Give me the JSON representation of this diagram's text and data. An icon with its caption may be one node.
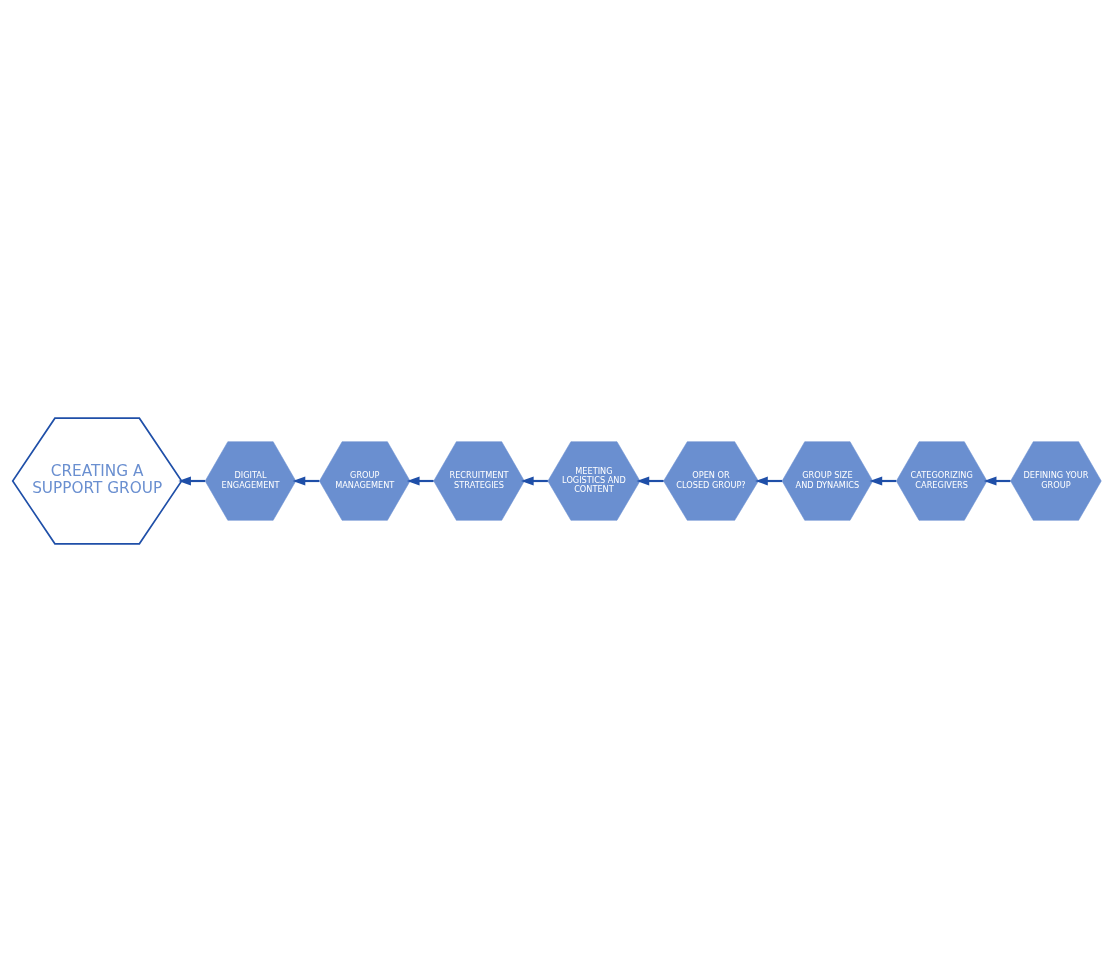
{
  "diagram": {
    "nodes": [
      {
        "text": [
          "CREATING A SUPPORT GROUP"
        ]
      },
      {
        "text": [
          "DEFINING YOUR GROUP"
        ]
      },
      {
        "text": [
          "CATEGORIZING CAREGIVERS"
        ]
      },
      {
        "text": [
          "GROUP SIZE AND DYNAMICS"
        ]
      },
      {
        "text": [
          "OPEN OR CLOSED GROUP?"
        ]
      },
      {
        "text": [
          "MEETING LOGISTICS AND CONTENT"
        ]
      },
      {
        "text": [
          "RECRUITMENT STRATEGIES"
        ]
      },
      {
        "text": [
          "GROUP MANAGEMENT"
        ]
      },
      {
        "text": [
          "DIGITAL ENGAGEMENT"
        ]
      }
    ],
    "edges": [
      {
        "from": 1,
        "to": 2,
        "arrow": "to"
      },
      {
        "from": 2,
        "to": 3,
        "arrow": "to"
      },
      {
        "from": 3,
        "to": 4,
        "arrow": "to"
      },
      {
        "from": 4,
        "to": 5,
        "arrow": "to"
      },
      {
        "from": 5,
        "to": 6,
        "arrow": "to"
      },
      {
        "from": 6,
        "to": 7,
        "arrow": "to"
      },
      {
        "from": 7,
        "to": 8,
        "arrow": "to"
      },
      {
        "from": 8,
        "to": 0,
        "arrow": "to"
      }
    ]
  }
}
